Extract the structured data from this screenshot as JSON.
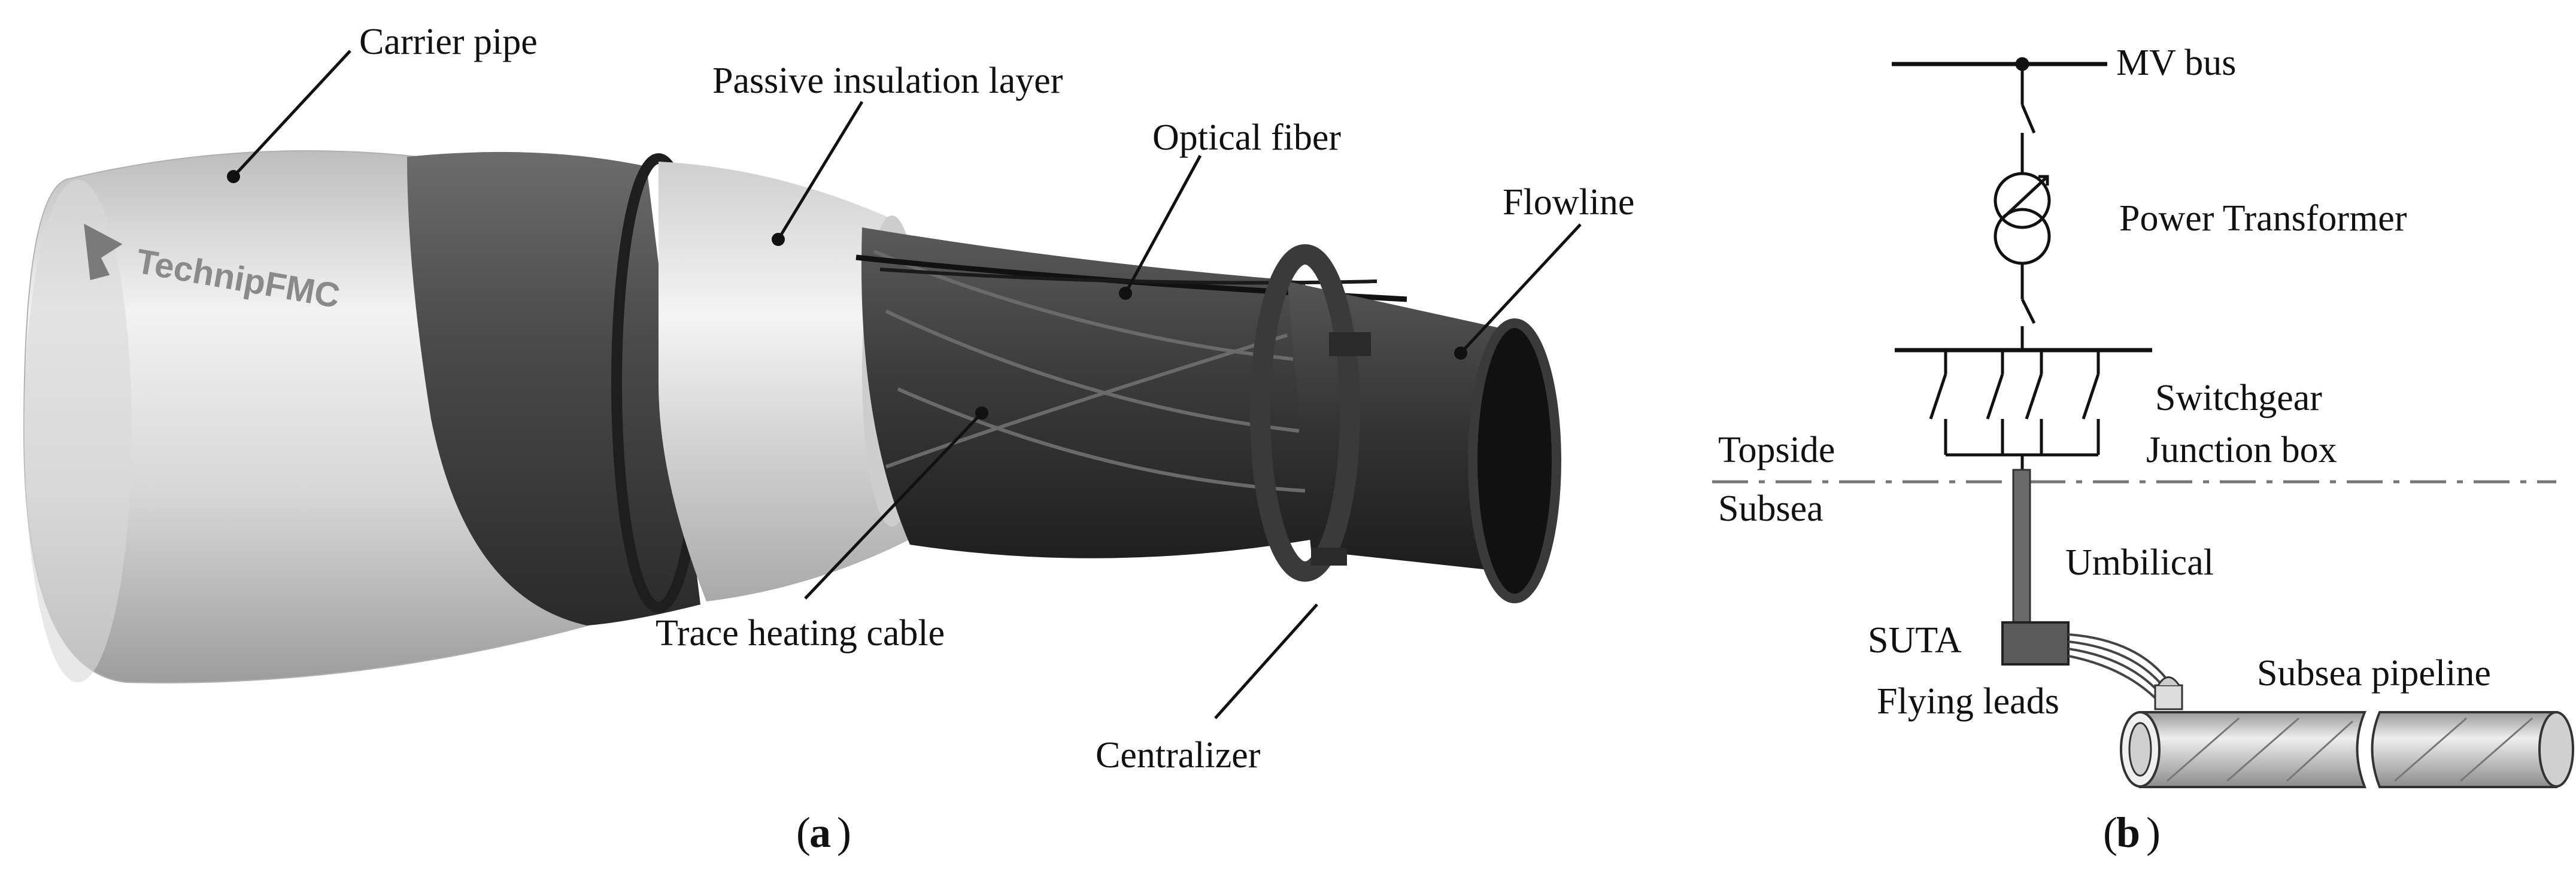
{
  "panel_a": {
    "labels": {
      "carrier_pipe": "Carrier pipe",
      "passive_insulation": "Passive insulation layer",
      "optical_fiber": "Optical fiber",
      "flowline": "Flowline",
      "trace_heating": "Trace heating cable",
      "centralizer": "Centralizer"
    },
    "logo_text": "TechnipFMC",
    "caption_letter": "a"
  },
  "panel_b": {
    "labels": {
      "mv_bus": "MV bus",
      "power_transformer": "Power Transformer",
      "switchgear": "Switchgear",
      "junction_box": "Junction box",
      "topside": "Topside",
      "subsea": "Subsea",
      "umbilical": "Umbilical",
      "suta": "SUTA",
      "flying_leads": "Flying leads",
      "subsea_pipeline": "Subsea pipeline"
    },
    "caption_letter": "b"
  },
  "colors": {
    "carrier": "#dedede",
    "sleeve": "#4a4a4a",
    "insulation": "#e6e6e6",
    "flowline": "#2e2e2e",
    "centralizer": "#3a3a3a",
    "text": "#111111"
  }
}
